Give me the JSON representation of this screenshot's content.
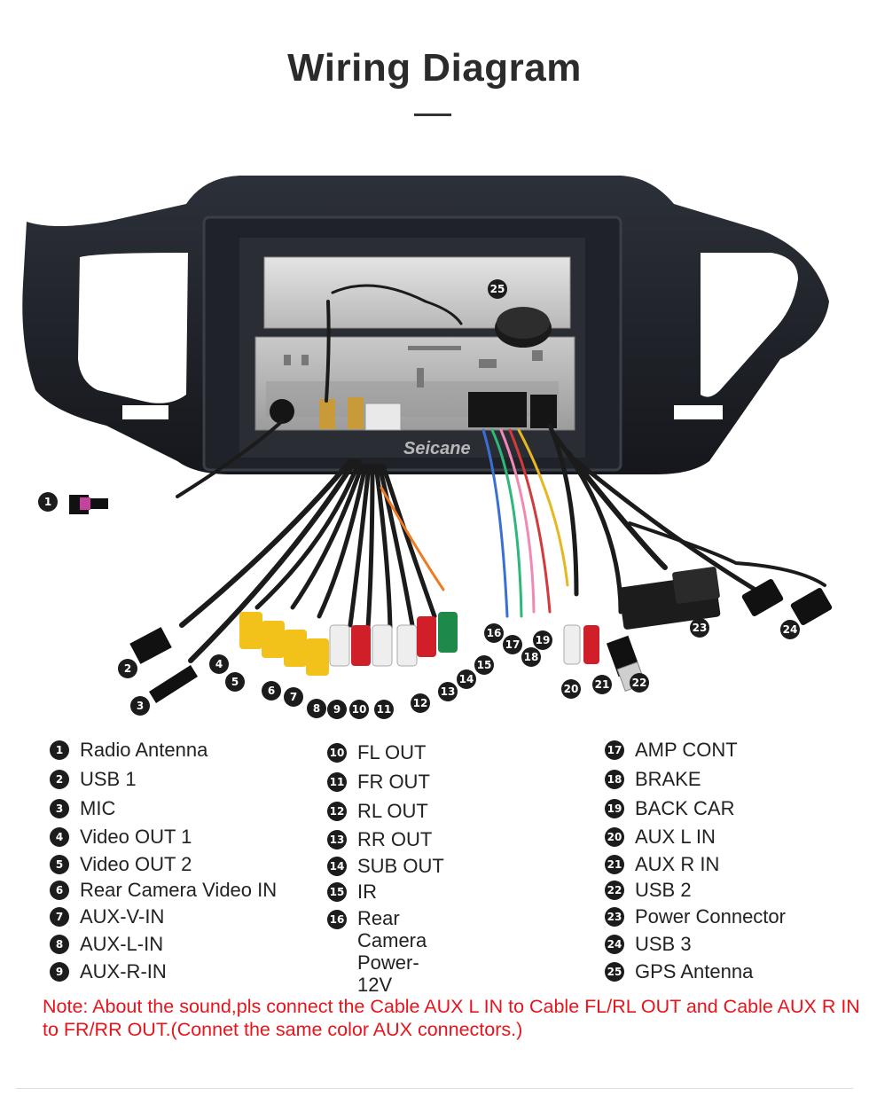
{
  "title": "Wiring Diagram",
  "watermark": "Seicane",
  "callouts": [
    "1",
    "2",
    "3",
    "4",
    "5",
    "6",
    "7",
    "8",
    "9",
    "10",
    "11",
    "12",
    "13",
    "14",
    "15",
    "16",
    "17",
    "18",
    "19",
    "20",
    "21",
    "22",
    "23",
    "24",
    "25"
  ],
  "legend": {
    "col1": [
      {
        "num": "1",
        "label": "Radio Antenna"
      },
      {
        "num": "2",
        "label": "USB 1"
      },
      {
        "num": "3",
        "label": "MIC"
      },
      {
        "num": "4",
        "label": "Video OUT 1"
      },
      {
        "num": "5",
        "label": "Video OUT 2"
      },
      {
        "num": "6",
        "label": "Rear Camera Video IN"
      },
      {
        "num": "7",
        "label": "AUX-V-IN"
      },
      {
        "num": "8",
        "label": "AUX-L-IN"
      },
      {
        "num": "9",
        "label": "AUX-R-IN"
      }
    ],
    "col2": [
      {
        "num": "10",
        "label": "FL OUT"
      },
      {
        "num": "11",
        "label": "FR OUT"
      },
      {
        "num": "12",
        "label": "RL OUT"
      },
      {
        "num": "13",
        "label": "RR OUT"
      },
      {
        "num": "14",
        "label": "SUB OUT"
      },
      {
        "num": "15",
        "label": "IR"
      },
      {
        "num": "16",
        "label": "Rear Camera\nPower-12V"
      }
    ],
    "col3": [
      {
        "num": "17",
        "label": "AMP CONT"
      },
      {
        "num": "18",
        "label": "BRAKE"
      },
      {
        "num": "19",
        "label": "BACK CAR"
      },
      {
        "num": "20",
        "label": "AUX L IN"
      },
      {
        "num": "21",
        "label": "AUX R IN"
      },
      {
        "num": "22",
        "label": "USB 2"
      },
      {
        "num": "23",
        "label": "Power Connector"
      },
      {
        "num": "24",
        "label": "USB 3"
      },
      {
        "num": "25",
        "label": "GPS Antenna"
      }
    ]
  },
  "note": "Note: About the sound,pls connect the Cable AUX L IN to Cable FL/RL OUT and Cable AUX R IN to  FR/RR OUT.(Connet the same color AUX connectors.)",
  "colors": {
    "note": "#e8141c",
    "frame": "#1e2129",
    "rca_yellow": "#f2c21a",
    "rca_red": "#d11f2a",
    "rca_white": "#eeeeee",
    "rca_green": "#1e8a4a"
  }
}
